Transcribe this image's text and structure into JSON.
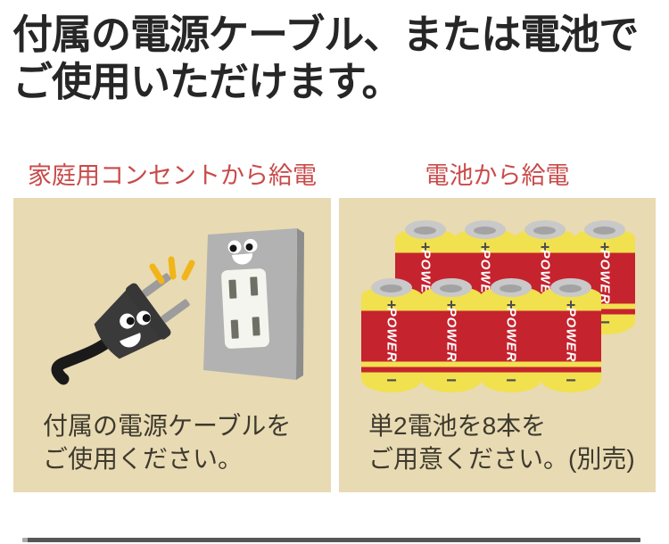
{
  "page": {
    "heading_line1": "付属の電源ケーブル、または電池で",
    "heading_line2": "ご使用いただけます。"
  },
  "left_section": {
    "label": "家庭用コンセントから給電",
    "caption_line1": "付属の電源ケーブルを",
    "caption_line2": "ご使用ください。",
    "illustration": "power-plug-and-wall-outlet"
  },
  "right_section": {
    "label": "電池から給電",
    "caption_line1": "単2電池を8本を",
    "caption_line2": "ご用意ください。(別売)",
    "battery_count": 8,
    "battery": {
      "plus_label": "+",
      "brand_label": "POWER",
      "minus_label": "−"
    }
  },
  "colors": {
    "heading_text": "#262626",
    "accent_red": "#c94b4b",
    "panel_background": "#e8dab2",
    "battery_red": "#c5232e",
    "battery_yellow": "#f1e14f",
    "divider_gray": "#565656"
  }
}
